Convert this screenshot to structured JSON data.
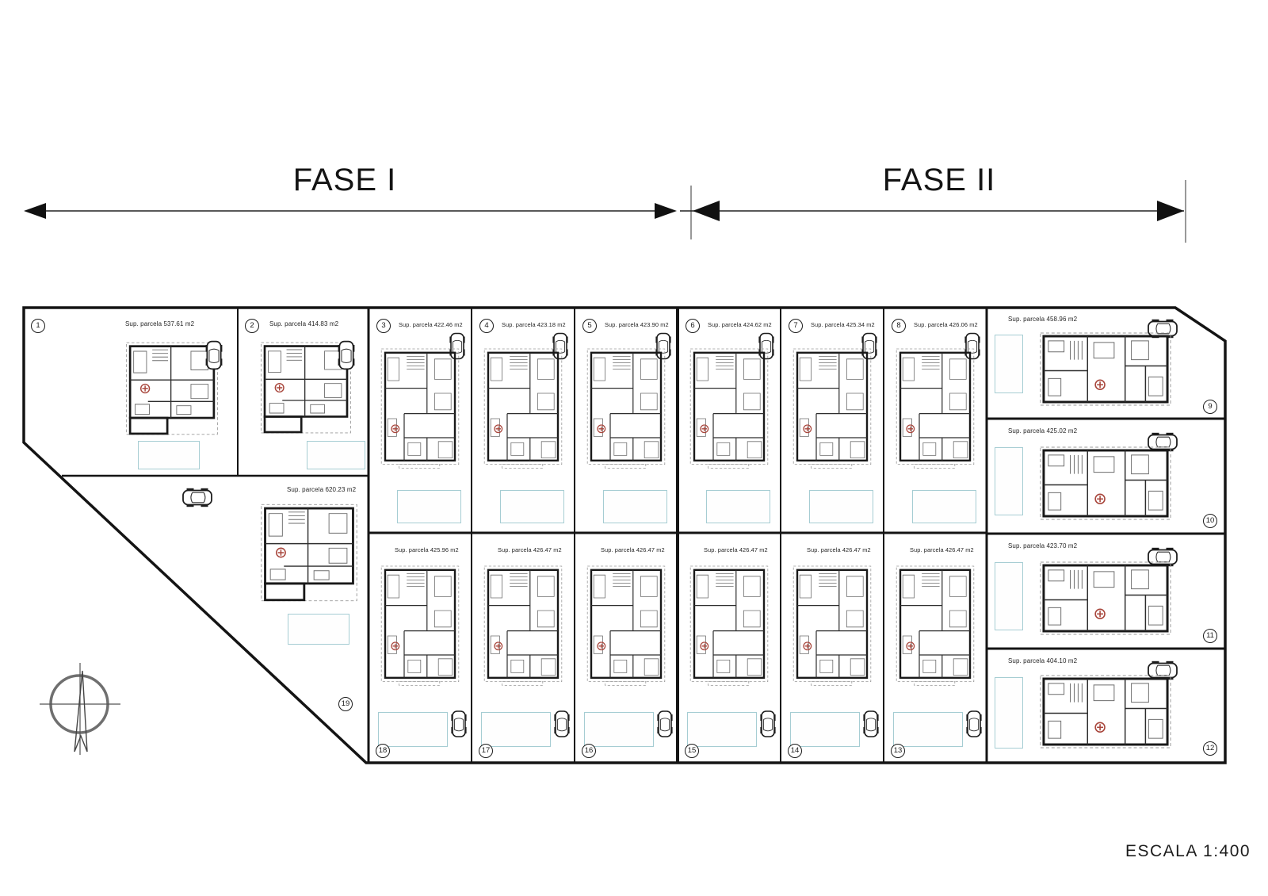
{
  "phases": [
    {
      "label": "FASE I"
    },
    {
      "label": "FASE II"
    }
  ],
  "scale_label": "ESCALA  1:400",
  "parcels": [
    {
      "number": "1",
      "label": "Sup. parcela 537.61 m2"
    },
    {
      "number": "2",
      "label": "Sup. parcela 414.83 m2"
    },
    {
      "number": "3",
      "label": "Sup. parcela 422.46 m2"
    },
    {
      "number": "4",
      "label": "Sup. parcela 423.18 m2"
    },
    {
      "number": "5",
      "label": "Sup. parcela 423.90 m2"
    },
    {
      "number": "6",
      "label": "Sup. parcela 424.62 m2"
    },
    {
      "number": "7",
      "label": "Sup. parcela 425.34 m2"
    },
    {
      "number": "8",
      "label": "Sup. parcela 426.06 m2"
    },
    {
      "number": "9",
      "label": "Sup. parcela 458.96 m2"
    },
    {
      "number": "10",
      "label": "Sup. parcela 425.02 m2"
    },
    {
      "number": "11",
      "label": "Sup. parcela 423.70 m2"
    },
    {
      "number": "12",
      "label": "Sup. parcela 404.10 m2"
    },
    {
      "number": "13",
      "label": "Sup. parcela 426.47 m2"
    },
    {
      "number": "14",
      "label": "Sup. parcela 426.47 m2"
    },
    {
      "number": "15",
      "label": "Sup. parcela 426.47 m2"
    },
    {
      "number": "16",
      "label": "Sup. parcela 426.47 m2"
    },
    {
      "number": "17",
      "label": "Sup. parcela 426.47 m2"
    },
    {
      "number": "18",
      "label": "Sup. parcela 425.96 m2"
    },
    {
      "number": "19",
      "label": "Sup. parcela 620.23 m2"
    }
  ],
  "icons": {
    "compass": "compass-rose",
    "car": "car-icon",
    "pool": "swimming-pool",
    "plan": "villa-floor-plan"
  },
  "colors": {
    "ink": "#1a1a1a",
    "pool_border": "#a6cdd3",
    "plan_red": "#a8463c"
  }
}
